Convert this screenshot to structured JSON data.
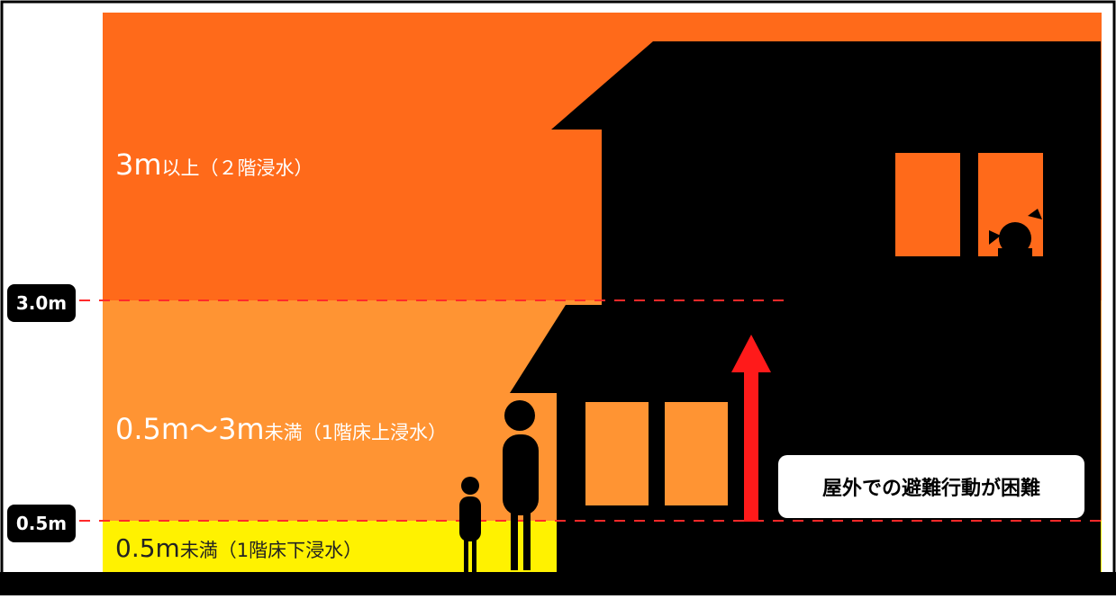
{
  "levels": {
    "high_marker": "3.0m",
    "low_marker": "0.5m"
  },
  "zones": {
    "top": {
      "main": "3m",
      "suffix": "以上（２階浸水）"
    },
    "middle": {
      "main": "0.5m〜3m",
      "suffix": "未満（1階床上浸水）"
    },
    "bottom": {
      "main": "0.5m",
      "suffix": "未満（1階床下浸水）"
    }
  },
  "notice": "屋外での避難行動が困難",
  "colors": {
    "top_zone": "#FF6A1A",
    "middle_zone": "#FF9433",
    "bottom_zone": "#FFF200",
    "arrow": "#FF1A1A",
    "silhouette": "#000000"
  }
}
